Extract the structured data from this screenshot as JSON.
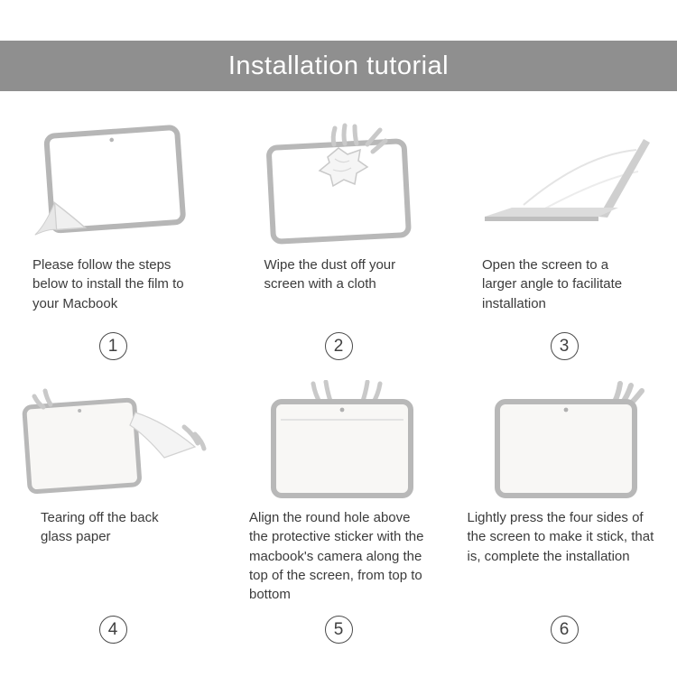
{
  "header": {
    "title": "Installation tutorial"
  },
  "steps": [
    {
      "number": "1",
      "caption": "Please follow the steps below to install the film to your Macbook",
      "icon": "tablet-film-peel-icon"
    },
    {
      "number": "2",
      "caption": "Wipe the dust off your screen with a cloth",
      "icon": "wipe-screen-cloth-icon"
    },
    {
      "number": "3",
      "caption": "Open the screen to a larger angle to facilitate installation",
      "icon": "open-laptop-icon"
    },
    {
      "number": "4",
      "caption": "Tearing off the back glass paper",
      "icon": "tear-backing-paper-icon"
    },
    {
      "number": "5",
      "caption": "Align the round hole above the protective sticker with the macbook's camera along the top of the screen, from top to bottom",
      "icon": "align-film-camera-icon"
    },
    {
      "number": "6",
      "caption": "Lightly press the four sides of the screen to make it stick, that is, complete the installation",
      "icon": "press-screen-sides-icon"
    }
  ]
}
